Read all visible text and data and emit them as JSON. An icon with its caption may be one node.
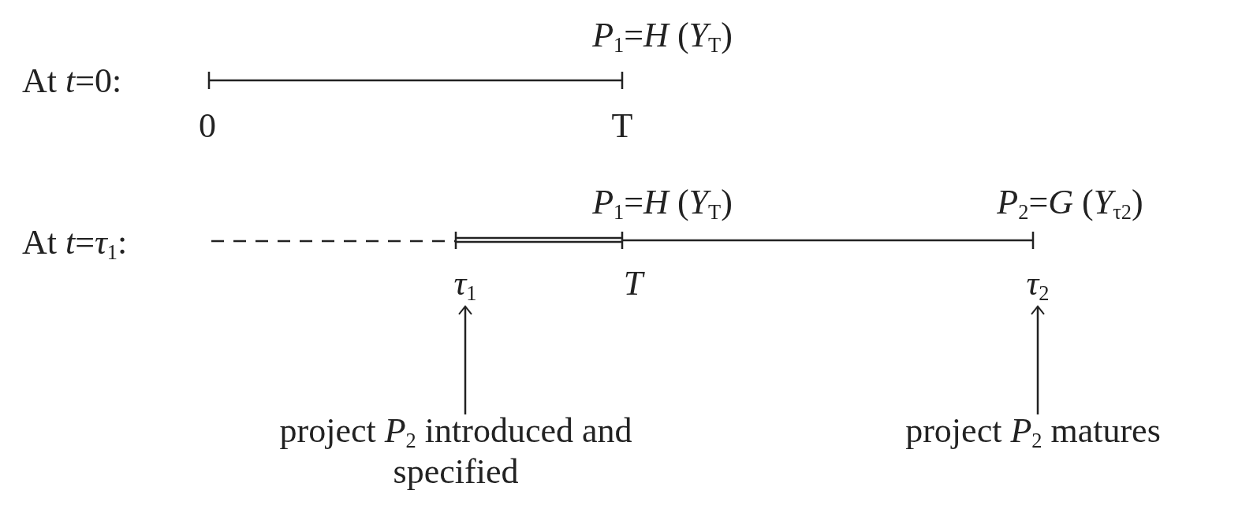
{
  "diagram": {
    "nodes": [
      {
        "text": [
          "*τ*$_{1}$"
        ]
      },
      {
        "text": [
          "*τ*$_{2}$"
        ]
      },
      {
        "text": [
          "project *P*$_{2}$ introduced and specified"
        ]
      },
      {
        "text": [
          "project *P*$_{2}$ matures"
        ]
      }
    ],
    "edges": [
      {
        "from": 2,
        "to": 0,
        "arrow": "to"
      },
      {
        "from": 3,
        "to": 1,
        "arrow": "to"
      }
    ],
    "labels": [
      "*P*$_{1}$=*H* (*Y*$_{T}$)",
      "At *t*=0:",
      "0",
      "T",
      "*P*$_{1}$=*H* (*Y*$_{T}$)",
      "*P*$_{2}$=*G* (*Y*$_{τ2}$)",
      "At *t*=*τ*$_{1}$:",
      "*T*"
    ]
  }
}
